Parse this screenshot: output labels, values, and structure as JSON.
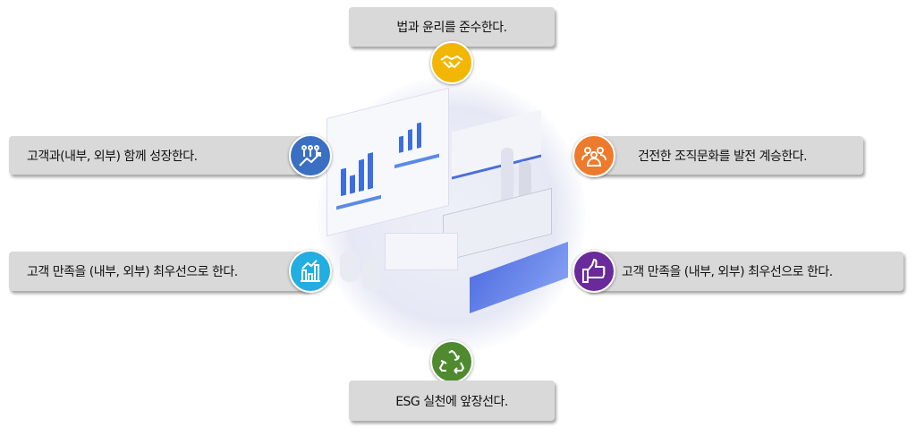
{
  "items": {
    "top": {
      "label": "법과 윤리를 준수한다.",
      "icon": "handshake-icon",
      "color": "#f2b705"
    },
    "left_top": {
      "label": "고객과(내부, 외부) 함께 성장한다.",
      "icon": "people-growth-icon",
      "color": "#3a6fc4"
    },
    "right_top": {
      "label": "건전한 조직문화를 발전 계승한다.",
      "icon": "group-icon",
      "color": "#ee7a2b"
    },
    "left_bottom": {
      "label": "고객 만족을 (내부, 외부) 최우선으로 한다.",
      "icon": "bar-chart-icon",
      "color": "#22aee0"
    },
    "right_bottom": {
      "label": "고객 만족을 (내부, 외부) 최우선으로 한다.",
      "icon": "thumbs-up-icon",
      "color": "#6a2a9a"
    },
    "bottom": {
      "label": "ESG 실천에 앞장선다.",
      "icon": "recycle-icon",
      "color": "#4f8a2e"
    }
  }
}
